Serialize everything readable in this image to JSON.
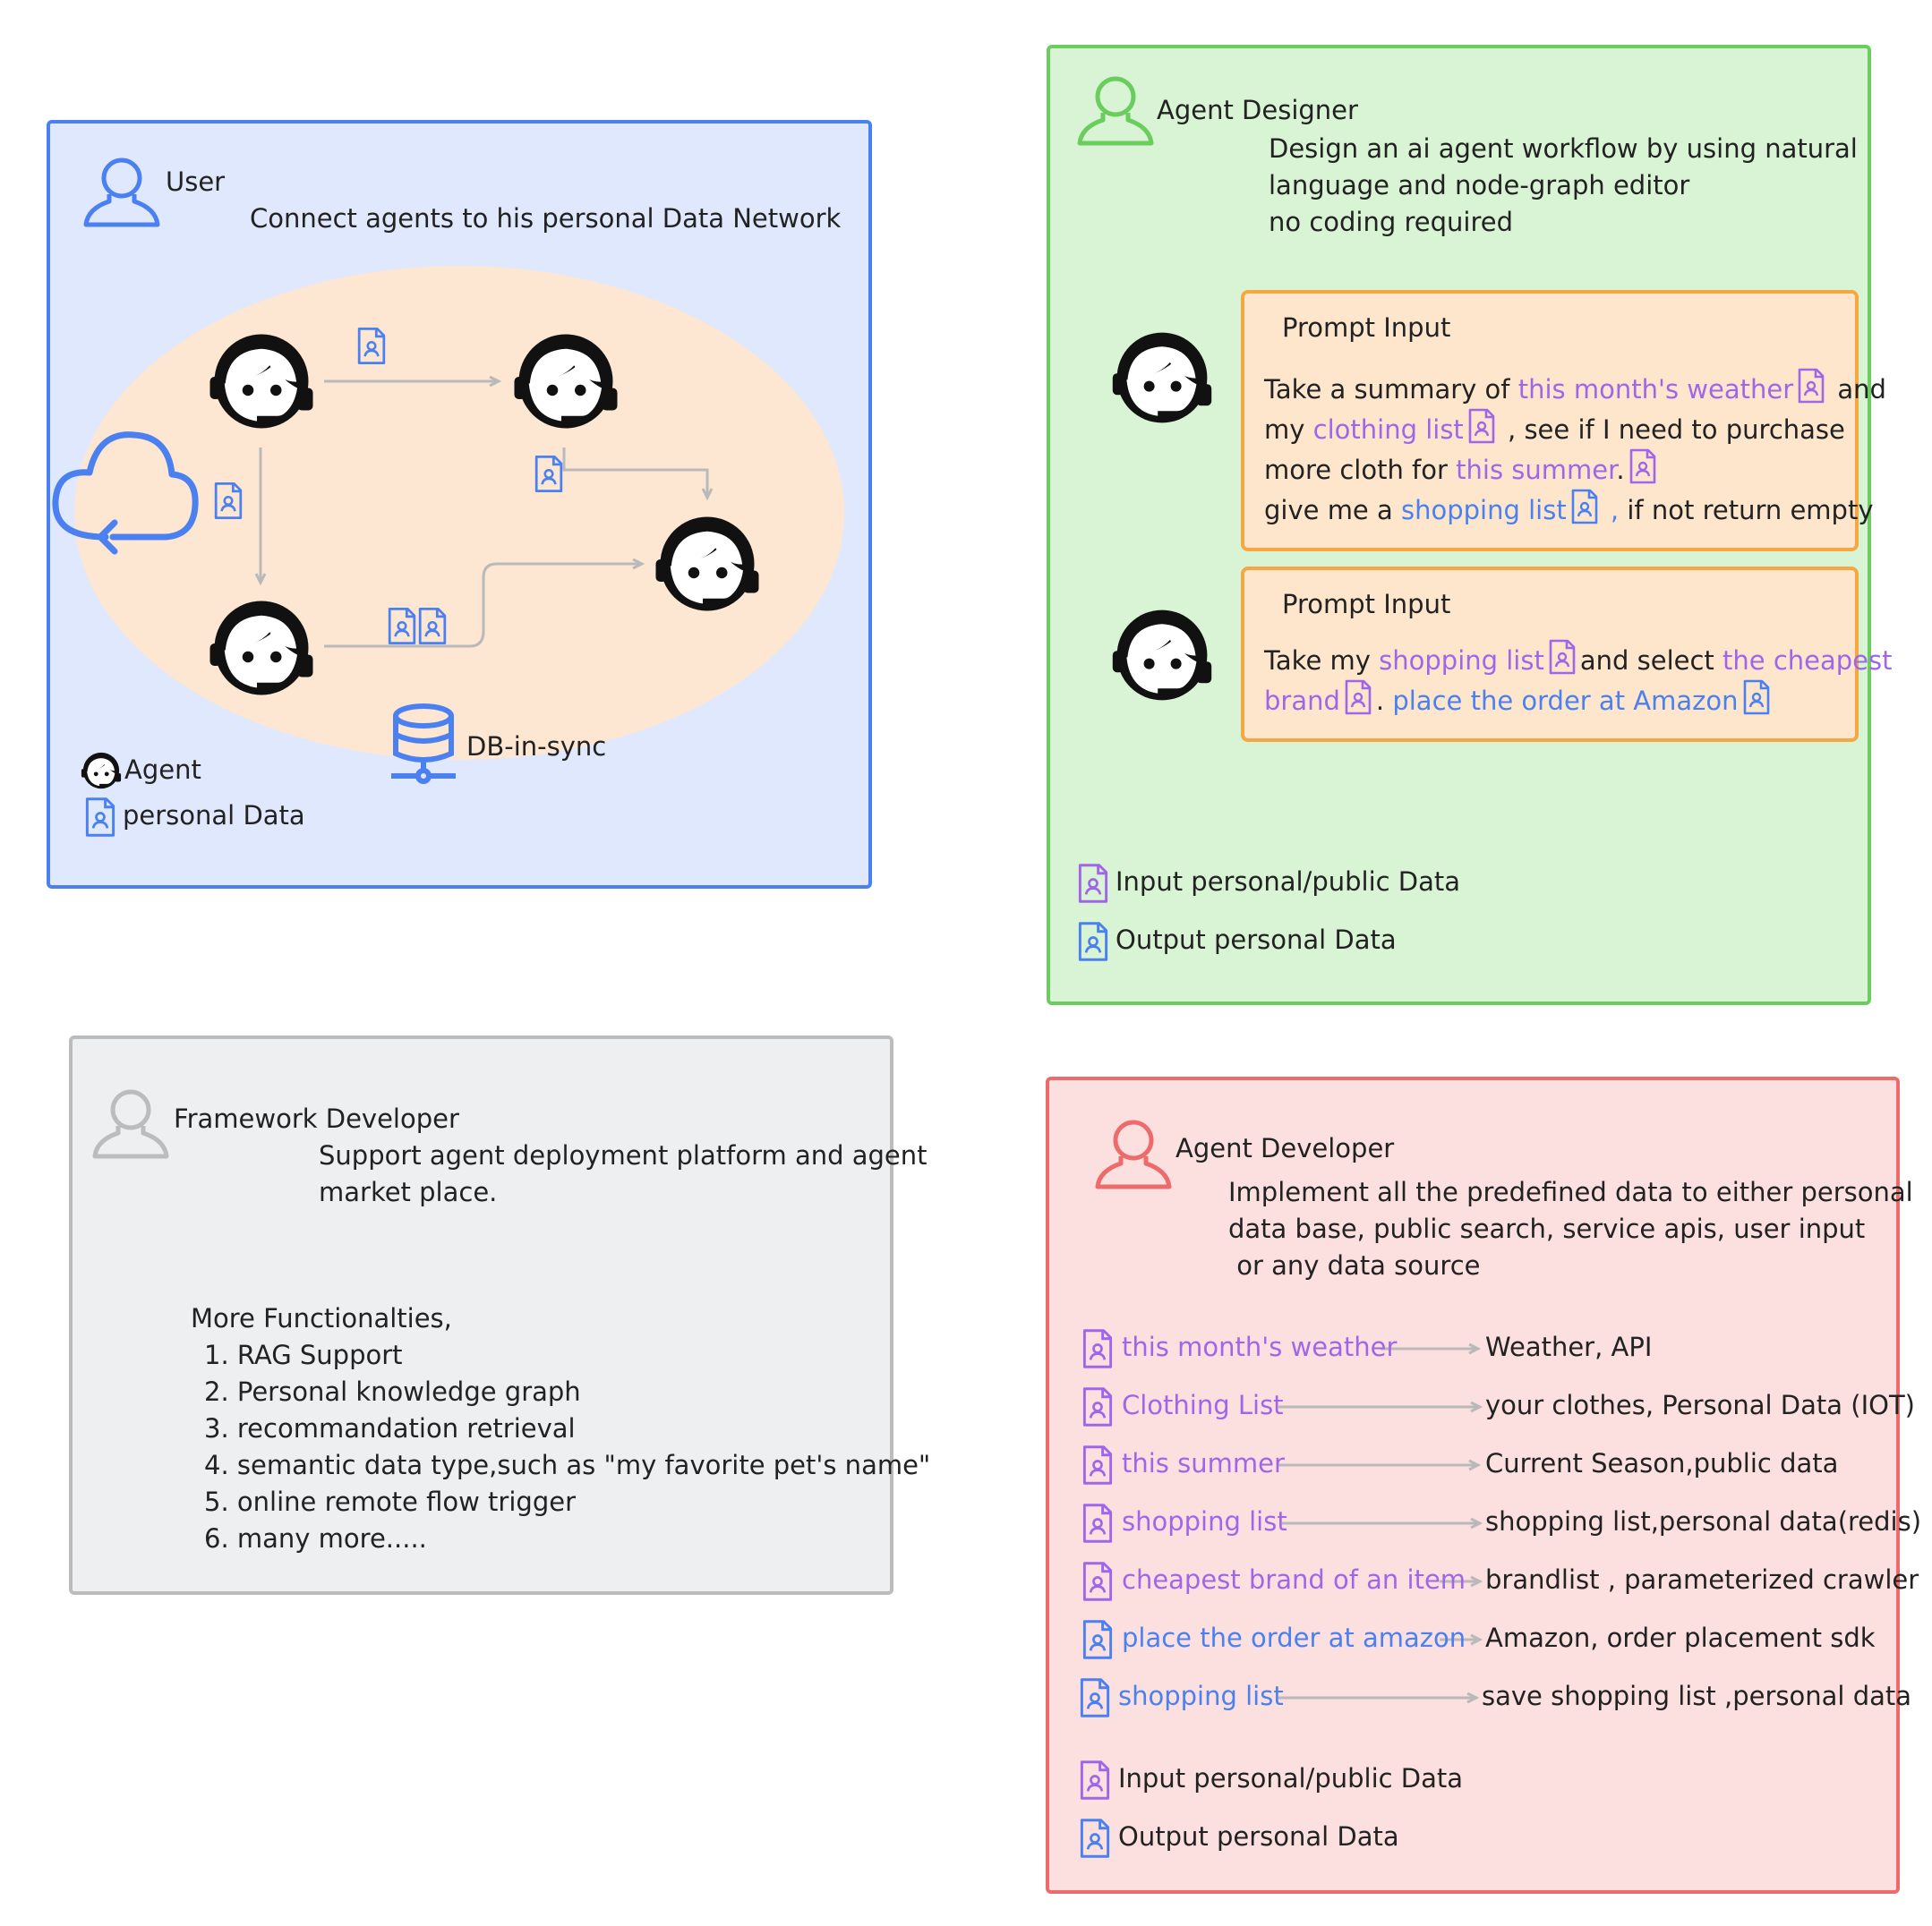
{
  "user": {
    "role": "User",
    "description": "Connect agents to his personal Data Network",
    "db_label": "DB-in-sync",
    "legend_agent": "Agent",
    "legend_data": "personal Data"
  },
  "designer": {
    "role": "Agent Designer",
    "description_lines": "Design an ai agent workflow by using natural\nlanguage and node-graph editor\nno coding required",
    "prompt1": {
      "title": "Prompt Input",
      "l1_a": "Take a summary of ",
      "l1_b": "this month's weather",
      "l1_c": " and",
      "l2_a": "my ",
      "l2_b": "clothing list",
      "l2_c": " , see if I need to purchase",
      "l3_a": "more cloth for ",
      "l3_b": "this summer",
      "l3_c": ".",
      "l4_a": "give me a ",
      "l4_b": "shopping list",
      "l4_c": " ,",
      "l4_d": " if not return empty"
    },
    "prompt2": {
      "title": "Prompt Input",
      "l1_a": "Take my ",
      "l1_b": "shopping list",
      "l1_c": "and select ",
      "l1_d": "the cheapest",
      "l2_a": "brand",
      "l2_b": ". ",
      "l2_c": "place the order at  Amazon"
    },
    "legend_input": "Input personal/public Data",
    "legend_output": "Output personal Data"
  },
  "framework": {
    "role": "Framework Developer",
    "description_lines": "Support agent deployment platform and agent\nmarket place.",
    "more_title": "More Functionalties,",
    "items": [
      "1. RAG Support",
      "2. Personal knowledge graph",
      "3. recommandation retrieval",
      "4. semantic data type,such as \"my favorite pet's name\"",
      "5. online remote flow trigger",
      "6. many more....."
    ]
  },
  "developer": {
    "role": "Agent Developer",
    "description_lines": "Implement all the predefined data to either personal\ndata base, public search, service apis, user input\n or any data source",
    "mappings": [
      {
        "source": "this month's weather",
        "target": "Weather, API",
        "kind": "input"
      },
      {
        "source": "Clothing List",
        "target": "your clothes, Personal Data (IOT)",
        "kind": "input"
      },
      {
        "source": "this summer",
        "target": "Current Season,public data",
        "kind": "input"
      },
      {
        "source": "shopping list",
        "target": "shopping list,personal data(redis)",
        "kind": "input"
      },
      {
        "source": "cheapest brand of an item",
        "target": "brandlist , parameterized crawler",
        "kind": "input"
      },
      {
        "source": "place the order at amazon",
        "target": "Amazon, order placement sdk",
        "kind": "output"
      },
      {
        "source": "shopping list",
        "target": "save shopping list ,personal data",
        "kind": "output"
      }
    ],
    "legend_input": "Input personal/public Data",
    "legend_output": "Output personal Data"
  },
  "colors": {
    "user_border": "#4a80f0",
    "designer_border": "#6bcd5e",
    "framework_border": "#bcbcbc",
    "developer_border": "#ee6b6b",
    "prompt_border": "#f5a742",
    "input_data": "#a066ea",
    "output_data": "#4a80f0"
  },
  "icons": [
    "person-outline-icon",
    "agent-headset-icon",
    "data-document-icon",
    "cloud-sync-icon",
    "database-icon"
  ]
}
